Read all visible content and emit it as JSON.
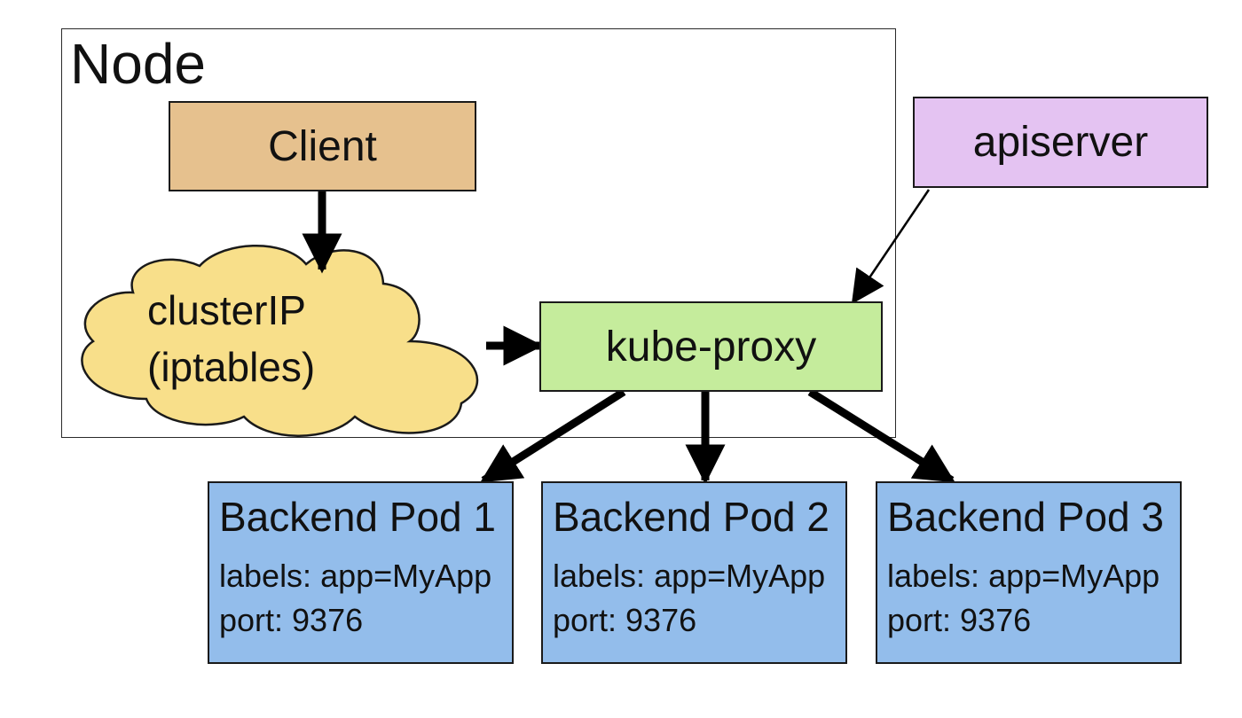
{
  "colors": {
    "client_fill": "#e6c18e",
    "apiserver_fill": "#e4c3f2",
    "kube_proxy_fill": "#c5ec9c",
    "cloud_fill": "#f8df8a",
    "pod_fill": "#93bdeb",
    "line": "#000000"
  },
  "node": {
    "title": "Node"
  },
  "client": {
    "label": "Client"
  },
  "cluster_ip": {
    "line1": "clusterIP",
    "line2": "(iptables)"
  },
  "kube_proxy": {
    "label": "kube-proxy"
  },
  "apiserver": {
    "label": "apiserver"
  },
  "pods": [
    {
      "title": "Backend Pod 1",
      "labels": "labels: app=MyApp",
      "port": "port: 9376"
    },
    {
      "title": "Backend Pod 2",
      "labels": "labels: app=MyApp",
      "port": "port: 9376"
    },
    {
      "title": "Backend Pod 3",
      "labels": "labels: app=MyApp",
      "port": "port: 9376"
    }
  ],
  "edges": [
    {
      "from": "client",
      "to": "cluster_ip"
    },
    {
      "from": "cluster_ip",
      "to": "kube_proxy"
    },
    {
      "from": "apiserver",
      "to": "kube_proxy"
    },
    {
      "from": "kube_proxy",
      "to": "pod_1"
    },
    {
      "from": "kube_proxy",
      "to": "pod_2"
    },
    {
      "from": "kube_proxy",
      "to": "pod_3"
    }
  ]
}
